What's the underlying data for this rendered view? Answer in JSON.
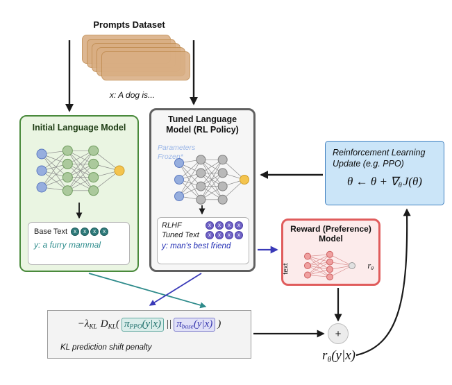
{
  "colors": {
    "initial_border": "#4a8a3c",
    "initial_bg": "#eaf5e2",
    "tuned_border": "#606060",
    "tuned_bg": "#f6f6f6",
    "reward_border": "#e05c5c",
    "reward_bg": "#fcebeb",
    "update_border": "#3f7fbf",
    "update_bg": "#cbe5f8",
    "teal_accent": "#2e8b8b",
    "navy_accent": "#3939b8",
    "card_fill": "#d9ae83",
    "blue_node": "#96aede",
    "green_node": "#abc99c",
    "gray_node": "#b9b9b9",
    "pink_node": "#f0a0a0",
    "yellow_node": "#f4c44e"
  },
  "prompts": {
    "label": "Prompts Dataset",
    "example": "x: A dog is..."
  },
  "initial_model": {
    "title": "Initial Language Model",
    "base_text_label": "Base Text",
    "output_text": "y: a furry mammal"
  },
  "tuned_model": {
    "title_line1": "Tuned Language",
    "title_line2": "Model (RL Policy)",
    "frozen_line1": "Parameters",
    "frozen_line2": "Frozen*",
    "rlhf_label": "RLHF",
    "tuned_label": "Tuned Text",
    "output_text": "y: man's best friend"
  },
  "reward_model": {
    "title_line1": "Reward (Preference)",
    "title_line2": "Model",
    "input_label": "text",
    "out_r": "r",
    "out_sub": "θ"
  },
  "rl_update": {
    "line1": "Reinforcement Learning",
    "line2": "Update (e.g. PPO)",
    "f1": "θ ← θ + ∇",
    "fsub": "θ",
    "f2": "J(θ)"
  },
  "kl": {
    "p1": "−λ",
    "s1": "KL",
    "p2": "D",
    "s2": "KL",
    "p3": "(",
    "pi1": "π",
    "pis1": "PPO",
    "arg1": "(y|x)",
    "bar": "||",
    "pi2": "π",
    "pis2": "base",
    "arg2": "(y|x)",
    "p4": ")",
    "caption": "KL prediction shift penalty"
  },
  "sum": {
    "plus": "+",
    "r": "r",
    "rsub": "θ",
    "args": "(y|x)"
  },
  "tokens": {
    "base": [
      "x",
      "x",
      "x",
      "x"
    ],
    "rlhf1": [
      "x",
      "x",
      "x",
      "x"
    ],
    "rlhf2": [
      "x",
      "x",
      "x",
      "x"
    ]
  }
}
